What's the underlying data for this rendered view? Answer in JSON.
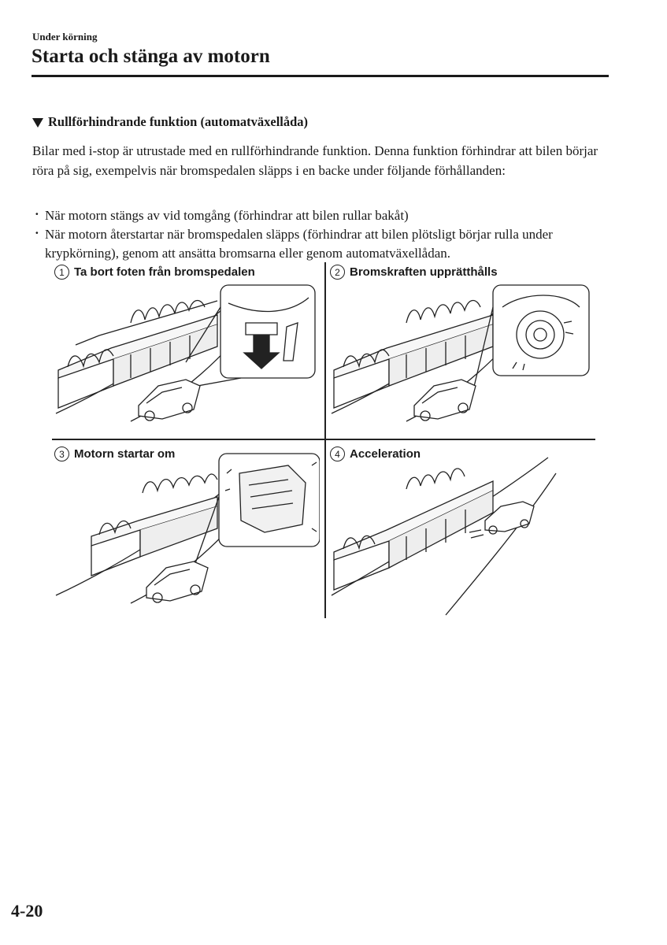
{
  "header": {
    "breadcrumb": "Under körning",
    "title": "Starta och stänga av motorn"
  },
  "section": {
    "heading": "Rullförhindrande funktion (automatväxellåda)",
    "intro": "Bilar med i-stop är utrustade med en rullförhindrande funktion. Denna funktion förhindrar att bilen börjar röra på sig, exempelvis när bromspedalen släpps i en backe under följande förhållanden:",
    "bullets": [
      "När motorn stängs av vid tomgång (förhindrar att bilen rullar bakåt)",
      "När motorn återstartar när bromspedalen släpps (förhindrar att bilen plötsligt börjar rulla under krypkörning), genom att ansätta bromsarna eller genom automatväxellådan."
    ]
  },
  "figure": {
    "panels": [
      {
        "number": "1",
        "label": "Ta bort foten från bromspedalen"
      },
      {
        "number": "2",
        "label": "Bromskraften upprätthålls"
      },
      {
        "number": "3",
        "label": "Motorn startar om"
      },
      {
        "number": "4",
        "label": "Acceleration"
      }
    ]
  },
  "footer": {
    "page_number": "4-20"
  }
}
